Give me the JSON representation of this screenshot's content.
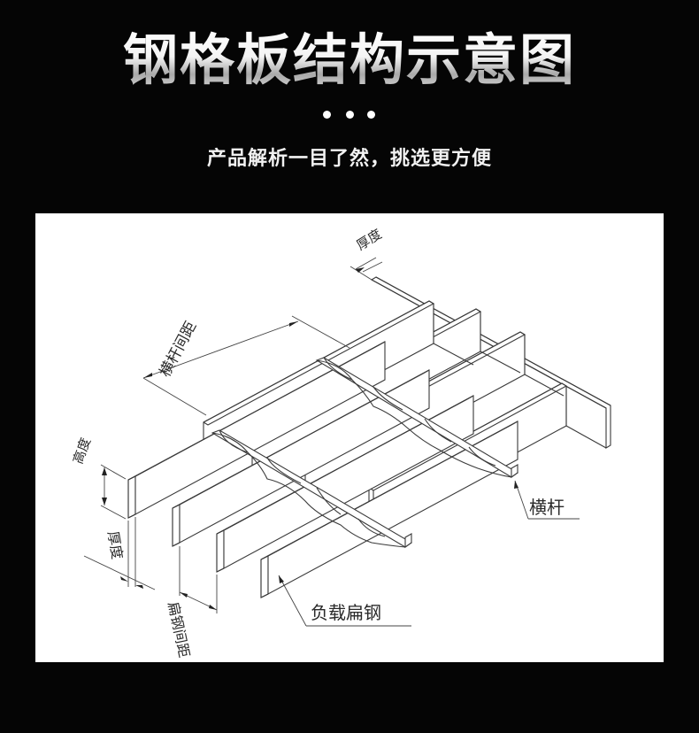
{
  "header": {
    "title": "钢格板结构示意图",
    "subtitle": "产品解析一目了然，挑选更方便",
    "dots": 3
  },
  "diagram": {
    "labels": {
      "crossbar_spacing": "横杆间距",
      "thickness_top": "厚度",
      "height": "高度",
      "thickness": "厚度",
      "flat_steel_spacing": "扁钢间距",
      "crossbar": "横杆",
      "load_flat_steel": "负载扁钢"
    }
  },
  "colors": {
    "background": "#050505",
    "panel": "#ffffff",
    "line": "#3a3a3a",
    "text": "#ffffff"
  }
}
